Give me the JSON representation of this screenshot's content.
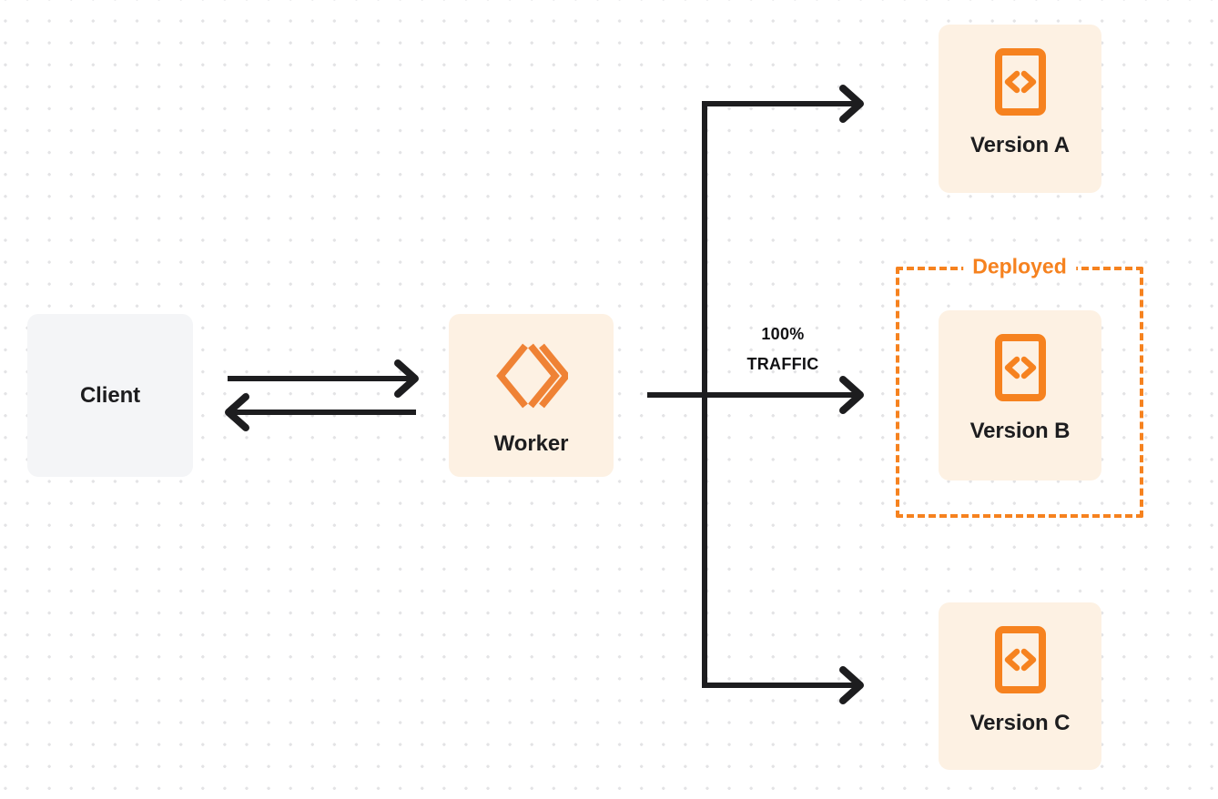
{
  "diagram": {
    "title": "Worker version traffic routing",
    "colors": {
      "accent_orange": "#f6821f",
      "card_fill": "#fdf1e3",
      "client_fill": "#f4f5f7",
      "edge_dark": "#1d1d1f",
      "dot_grid": "#e3e3e5"
    },
    "nodes": {
      "client": {
        "label": "Client"
      },
      "worker": {
        "label": "Worker",
        "icon": "cloudflare-workers-logo-icon"
      },
      "version_a": {
        "label": "Version A",
        "icon": "code-document-icon"
      },
      "version_b": {
        "label": "Version B",
        "icon": "code-document-icon"
      },
      "version_c": {
        "label": "Version C",
        "icon": "code-document-icon"
      }
    },
    "group": {
      "deployed_label": "Deployed",
      "contains": "Version B"
    },
    "edges": {
      "traffic_percent": "100%",
      "traffic_word": "TRAFFIC",
      "client_to_worker": "request",
      "worker_to_client": "response",
      "targets": [
        "Version A",
        "Version B",
        "Version C"
      ]
    }
  }
}
